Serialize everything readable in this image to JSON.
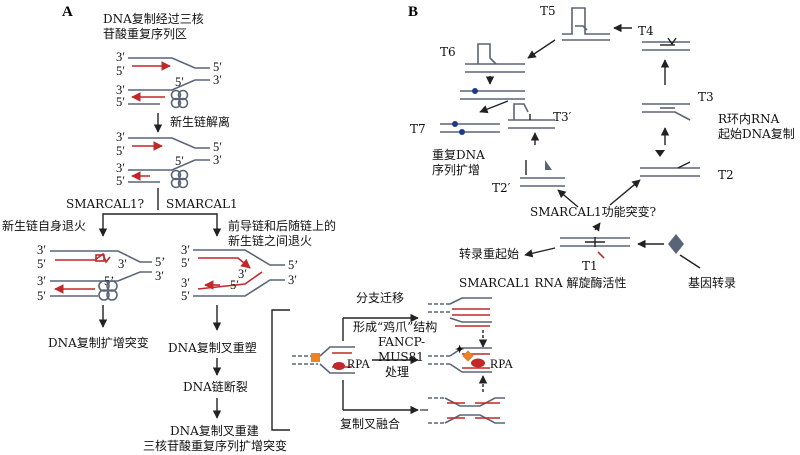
{
  "panel_a": {
    "label": "A",
    "title_line1": "DNA复制经过三核",
    "title_line2": "苷酸重复序列区",
    "strand_labels": {
      "three_prime": "3′",
      "five_prime": "5′",
      "five_prime_alt": "5’"
    },
    "step_uncoupling": "新生链解离",
    "smarcal_q": "SMARCAL1?",
    "smarcal": "SMARCAL1",
    "self_anneal": "新生链自身退火",
    "cross_anneal_line1": "前导链和后随链上的",
    "cross_anneal_line2": "新生链之间退火",
    "left_outcome": "DNA复制扩增突变",
    "fork_remodel": "DNA复制叉重塑",
    "fork_break": "DNA链断裂",
    "restart_line1": "DNA复制叉重建",
    "restart_line2": "三核苷酸重复序列扩增突变",
    "branch_migration": "分支迁移",
    "chicken_foot": "形成“鸡爪”结构",
    "fancp_line1": "FANCP-",
    "fancp_line2": "MUS81",
    "fancp_line3": "处理",
    "rpa": "RPA",
    "fork_merge": "复制叉融合"
  },
  "panel_b": {
    "label": "B",
    "t1": "T1",
    "t2": "T2",
    "t2p": "T2′",
    "t3": "T3",
    "t3p": "T3′",
    "t4": "T4",
    "t5": "T5",
    "t6": "T6",
    "t7": "T7",
    "rloop_line1": "R环内RNA",
    "rloop_line2": "起始DNA复制",
    "repeat_line1": "重复DNA",
    "repeat_line2": "序列扩增",
    "smarcal_mut": "SMARCAL1功能突变?",
    "tx_restart": "转录重起始",
    "helicase_activity": "SMARCAL1 RNA 解旋酶活性",
    "gene_tx": "基因转录"
  },
  "colors": {
    "dna": "#5a6478",
    "nascent": "#c0282a",
    "rpa_orange": "#e8832a",
    "black": "#222222"
  }
}
